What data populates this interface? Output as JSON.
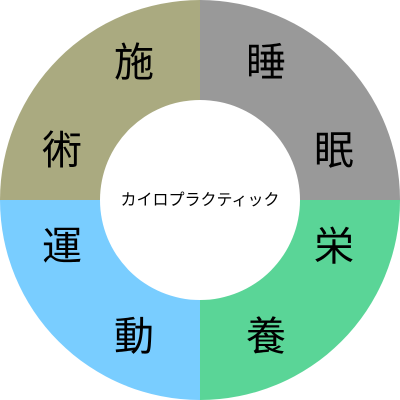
{
  "center_label": "カイロプラクティック",
  "segments": [
    {
      "name": "sleep",
      "color": "#999999",
      "chars": [
        "睡",
        "眠"
      ]
    },
    {
      "name": "nutrition",
      "color": "#5ad597",
      "chars": [
        "栄",
        "養"
      ]
    },
    {
      "name": "exercise",
      "color": "#79cdff",
      "chars": [
        "運",
        "動"
      ]
    },
    {
      "name": "treatment",
      "color": "#aaaa80",
      "chars": [
        "施",
        "術"
      ]
    }
  ]
}
